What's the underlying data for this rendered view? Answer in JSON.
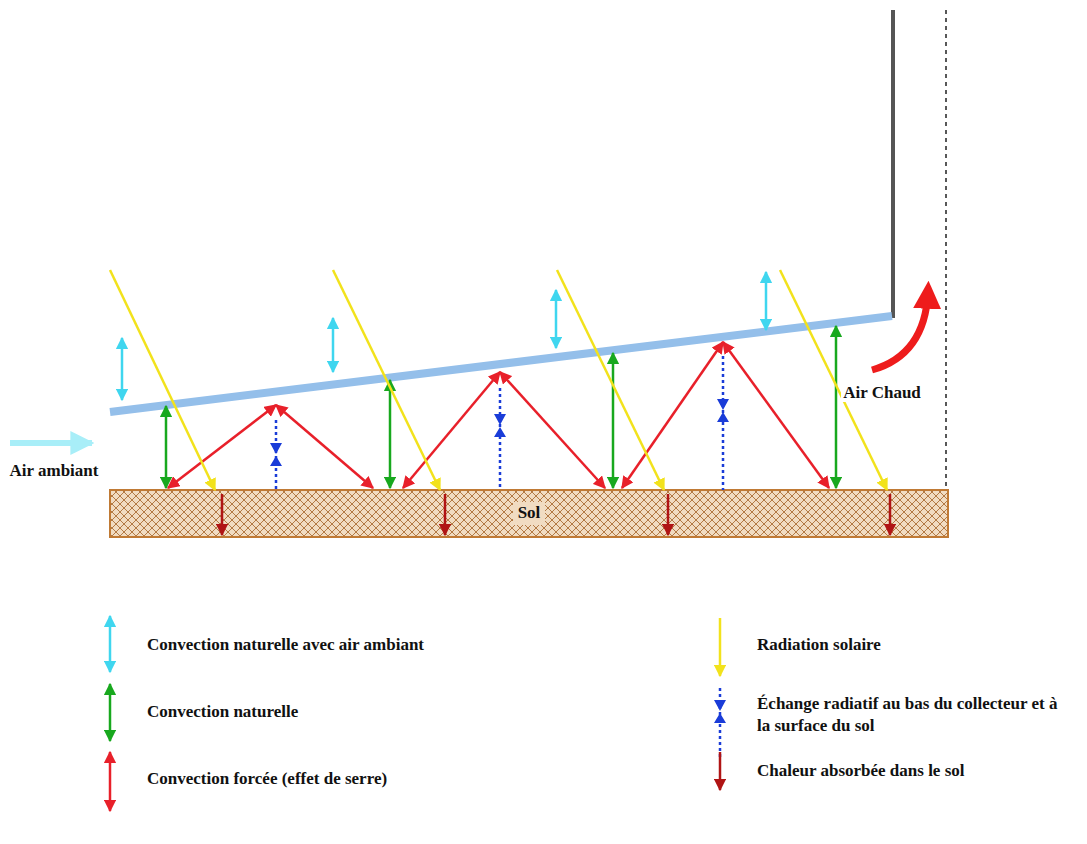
{
  "diagram": {
    "nodes": [
      {
        "text": [
          "Sol"
        ]
      }
    ],
    "labels": [
      "Air ambiant",
      "Air Chaud"
    ],
    "legend": [
      {
        "text": "Convection naturelle avec air ambiant"
      },
      {
        "text": "Convection naturelle"
      },
      {
        "text": "Convection forcée (effet de serre)"
      },
      {
        "text": "Radiation solaire"
      },
      {
        "text": "Échange radiatif au bas du collecteur et à la surface du sol"
      },
      {
        "text": "Chaleur absorbée dans le sol"
      }
    ]
  }
}
